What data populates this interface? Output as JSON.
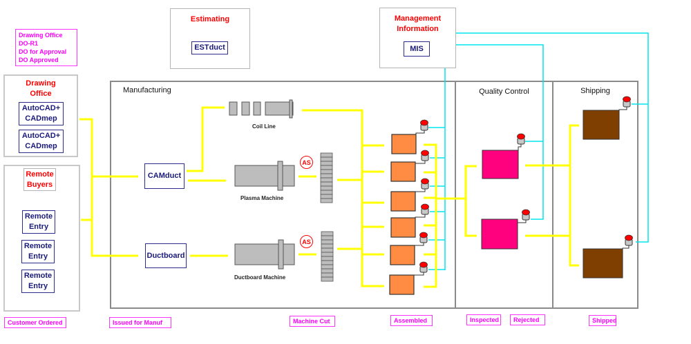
{
  "legend": {
    "lines": [
      "Drawing Office",
      "DO-R1",
      "DO for Approval",
      "DO Approved"
    ]
  },
  "drawing_office": {
    "title_line1": "Drawing",
    "title_line2": "Office",
    "stations": [
      {
        "line1": "AutoCAD+",
        "line2": "CADmep"
      },
      {
        "line1": "AutoCAD+",
        "line2": "CADmep"
      }
    ]
  },
  "remote": {
    "buyers_line1": "Remote",
    "buyers_line2": "Buyers",
    "entries": [
      {
        "line1": "Remote",
        "line2": "Entry"
      },
      {
        "line1": "Remote",
        "line2": "Entry"
      },
      {
        "line1": "Remote",
        "line2": "Entry"
      }
    ]
  },
  "estimating": {
    "title": "Estimating",
    "software": "ESTduct"
  },
  "management": {
    "title_line1": "Management",
    "title_line2": "Information",
    "software": "MIS"
  },
  "manufacturing": {
    "title": "Manufacturing",
    "software": [
      "CAMduct",
      "Ductboard"
    ],
    "machines": [
      {
        "label": "Coil Line"
      },
      {
        "label": "Plasma Machine",
        "badge": "AS"
      },
      {
        "label": "Ductboard Machine",
        "badge": "AS"
      }
    ],
    "assembly_stations": 6
  },
  "quality_control": {
    "title": "Quality Control",
    "stations": 2
  },
  "shipping": {
    "title": "Shipping",
    "stations": 2
  },
  "status_labels": {
    "customer_ordered": "Customer Ordered",
    "issued_for_manuf": "Issued for Manuf",
    "machine_cut": "Machine Cut",
    "assembled": "Assembled",
    "inspected": "Inspected",
    "rejected": "Rejected",
    "shipped": "Shipped"
  },
  "colors": {
    "flow_line": "#ffff00",
    "data_line": "#00e5ee",
    "assembly": "#ff8c42",
    "inspection": "#ff007f",
    "shipping": "#7f3f00",
    "beacon": "#ff0000",
    "status_text": "#ff00ff",
    "title_red": "#ff0000",
    "software_text": "#1a1a7a"
  }
}
